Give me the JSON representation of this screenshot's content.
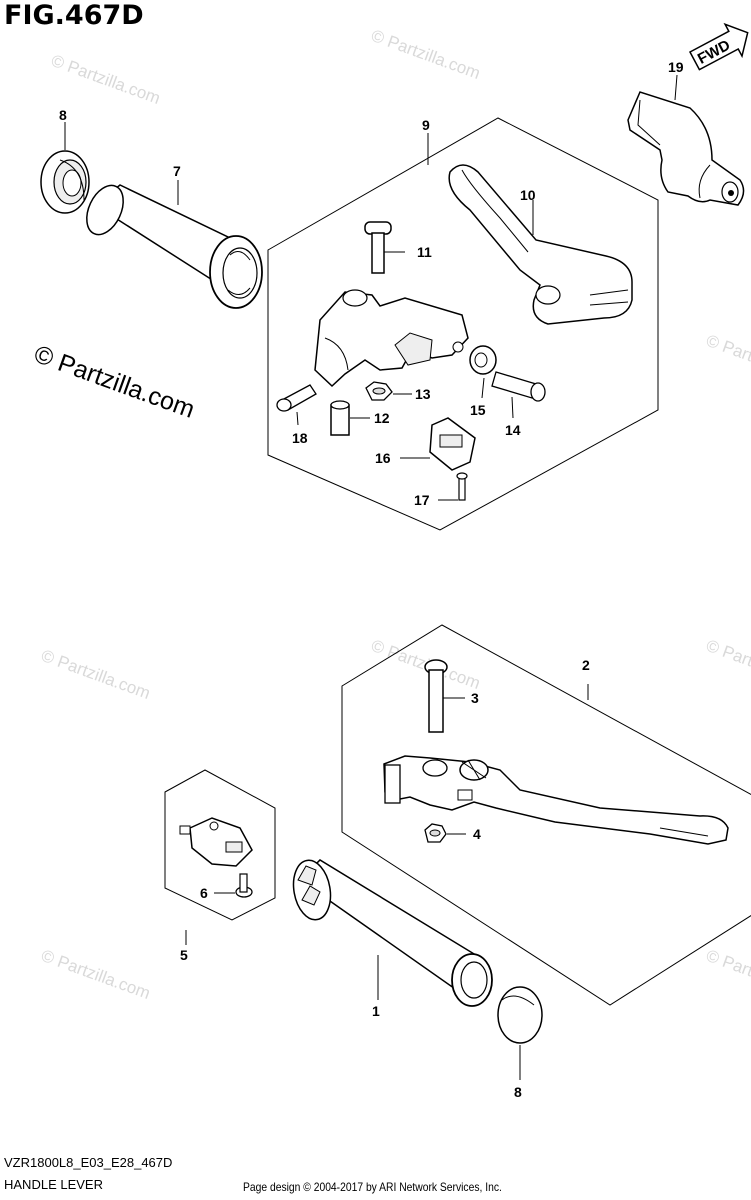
{
  "figure": {
    "title": "FIG.467D",
    "model_code": "VZR1800L8_E03_E28_467D",
    "section_name": "HANDLE LEVER",
    "credit": "Page design © 2004-2017 by ARI Network Services, Inc.",
    "copyright_mark": "© Partzilla.com",
    "watermark": "© Partzilla.com",
    "fwd_label": "FWD"
  },
  "callouts": [
    "1",
    "2",
    "3",
    "4",
    "5",
    "6",
    "7",
    "8",
    "8",
    "9",
    "10",
    "11",
    "12",
    "13",
    "14",
    "15",
    "16",
    "17",
    "18",
    "19"
  ],
  "colors": {
    "line": "#000000",
    "part_fill": "#ffffff",
    "shade": "#e8e8e8",
    "watermark": "#d9d9d9"
  }
}
